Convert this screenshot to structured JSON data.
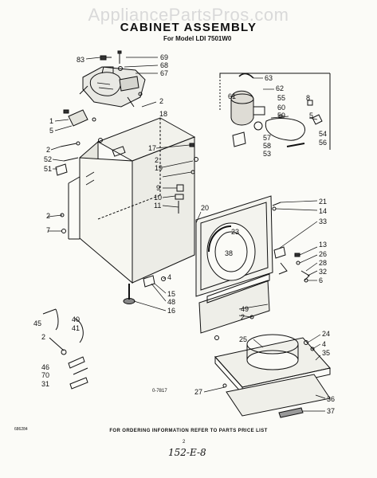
{
  "watermark": "AppliancePartsPros.com",
  "title": "CABINET ASSEMBLY",
  "subtitle": "For Model LDI 7501W0",
  "figure_code": "0-7817",
  "ordering_note": "FOR ORDERING INFORMATION REFER TO PARTS PRICE LIST",
  "page_number": "2",
  "doc_code": "152-E-8",
  "side_code": "686284",
  "callouts": {
    "c83": "83",
    "c69": "69",
    "c68": "68",
    "c67": "67",
    "c63": "63",
    "c62": "62",
    "c61": "61",
    "c55": "55",
    "c8a": "8",
    "c60": "60",
    "c59": "59",
    "c5a": "5",
    "c54": "54",
    "c56": "56",
    "c57": "57",
    "c58": "58",
    "c53": "53",
    "c2a": "2",
    "c18": "18",
    "c1": "1",
    "c5b": "5",
    "c2b": "2",
    "c52": "52",
    "c51": "51",
    "c17": "17",
    "c2c": "2",
    "c19": "19",
    "c9": "9",
    "c10": "10",
    "c11": "11",
    "c20": "20",
    "c21": "21",
    "c14": "14",
    "c33": "33",
    "c2d": "2",
    "c7": "7",
    "c23": "23",
    "c38": "38",
    "c13": "13",
    "c26": "26",
    "c28": "28",
    "c32": "32",
    "c6": "6",
    "c4a": "4",
    "c15": "15",
    "c48": "48",
    "c16": "16",
    "c49": "49",
    "c2e": "2",
    "c45": "45",
    "c40": "40",
    "c41": "41",
    "c2f": "2",
    "c46": "46",
    "c70": "70",
    "c31": "31",
    "c24": "24",
    "c25": "25",
    "c4b": "4",
    "c35": "35",
    "c27": "27",
    "c36": "36",
    "c37": "37"
  }
}
